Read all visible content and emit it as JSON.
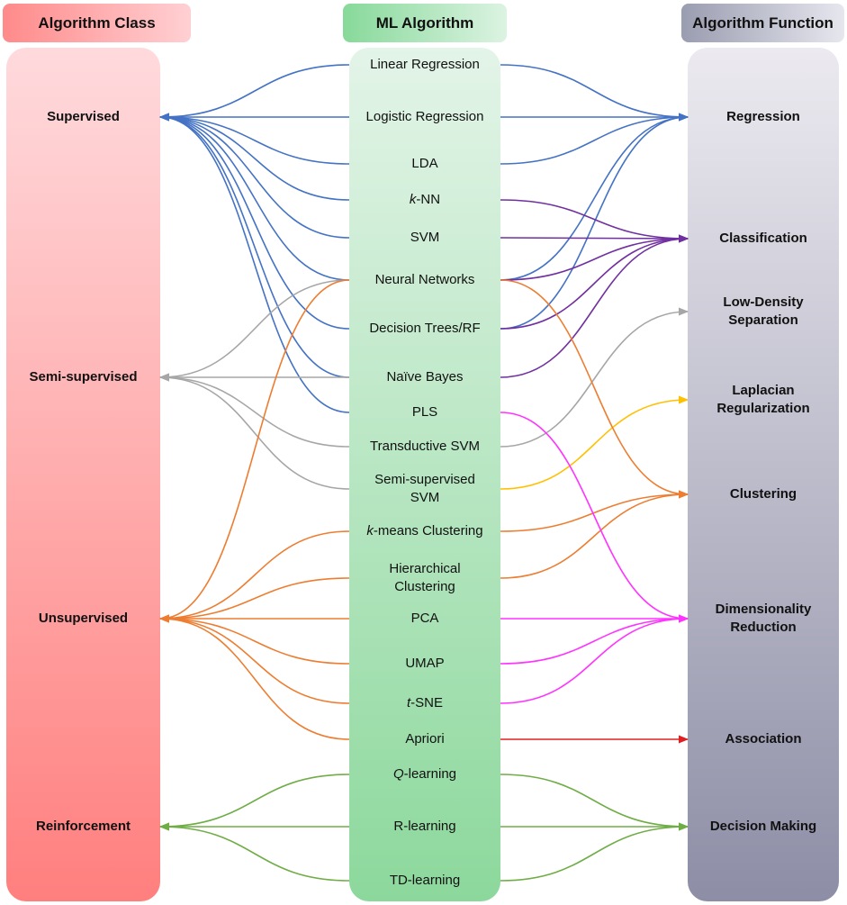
{
  "headers": {
    "algorithm_class": "Algorithm Class",
    "ml_algorithm": "ML Algorithm",
    "algorithm_function": "Algorithm Function"
  },
  "classes": {
    "supervised": "Supervised",
    "semi_supervised": "Semi-supervised",
    "unsupervised": "Unsupervised",
    "reinforcement": "Reinforcement"
  },
  "algorithms": {
    "linear_regression": "Linear Regression",
    "logistic_regression": "Logistic Regression",
    "lda": "LDA",
    "knn": {
      "prefix": "k",
      "rest": "-NN"
    },
    "svm": "SVM",
    "neural_networks": "Neural Networks",
    "decision_trees": "Decision Trees/RF",
    "naive_bayes": "Naïve Bayes",
    "pls": "PLS",
    "transductive_svm": "Transductive SVM",
    "semi_supervised_svm": [
      "Semi-supervised",
      "SVM"
    ],
    "kmeans": {
      "prefix": "k",
      "rest": "-means Clustering"
    },
    "hierarchical_clustering": [
      "Hierarchical",
      "Clustering"
    ],
    "pca": "PCA",
    "umap": "UMAP",
    "tsne": {
      "prefix": "t",
      "rest": "-SNE"
    },
    "apriori": "Apriori",
    "q_learning": {
      "prefix": "Q",
      "rest": "-learning"
    },
    "r_learning": "R-learning",
    "td_learning": "TD-learning"
  },
  "functions": {
    "regression": "Regression",
    "classification": "Classification",
    "low_density_separation": [
      "Low-Density",
      "Separation"
    ],
    "laplacian_regularization": [
      "Laplacian",
      "Regularization"
    ],
    "clustering": "Clustering",
    "dimensionality_reduction": [
      "Dimensionality",
      "Reduction"
    ],
    "association": "Association",
    "decision_making": "Decision Making"
  },
  "colors": {
    "supervised_link": "#4472c4",
    "classification_link": "#7030a0",
    "semi_supervised_link": "#a6a6a6",
    "laplacian_link": "#ffc000",
    "unsupervised_link": "#ed7d31",
    "dimensionality_link": "#ff33ff",
    "association_link": "#e02020",
    "reinforcement_link": "#70ad47"
  },
  "class_links": [
    {
      "class": "supervised",
      "color": "supervised_link",
      "algorithms": [
        "linear_regression",
        "logistic_regression",
        "lda",
        "knn",
        "svm",
        "neural_networks",
        "decision_trees",
        "naive_bayes",
        "pls"
      ]
    },
    {
      "class": "semi_supervised",
      "color": "semi_supervised_link",
      "algorithms": [
        "neural_networks",
        "naive_bayes",
        "transductive_svm",
        "semi_supervised_svm"
      ]
    },
    {
      "class": "unsupervised",
      "color": "unsupervised_link",
      "algorithms": [
        "neural_networks",
        "kmeans",
        "hierarchical_clustering",
        "pca",
        "umap",
        "tsne",
        "apriori"
      ]
    },
    {
      "class": "reinforcement",
      "color": "reinforcement_link",
      "algorithms": [
        "q_learning",
        "r_learning",
        "td_learning"
      ]
    }
  ],
  "function_links": [
    {
      "function": "regression",
      "color": "supervised_link",
      "algorithms": [
        "linear_regression",
        "logistic_regression",
        "lda",
        "decision_trees",
        "neural_networks"
      ]
    },
    {
      "function": "classification",
      "color": "classification_link",
      "algorithms": [
        "knn",
        "svm",
        "neural_networks",
        "decision_trees",
        "naive_bayes"
      ]
    },
    {
      "function": "low_density_separation",
      "color": "semi_supervised_link",
      "algorithms": [
        "transductive_svm"
      ]
    },
    {
      "function": "laplacian_regularization",
      "color": "laplacian_link",
      "algorithms": [
        "semi_supervised_svm"
      ]
    },
    {
      "function": "clustering",
      "color": "unsupervised_link",
      "algorithms": [
        "neural_networks",
        "kmeans",
        "hierarchical_clustering"
      ]
    },
    {
      "function": "dimensionality_reduction",
      "color": "dimensionality_link",
      "algorithms": [
        "pls",
        "pca",
        "umap",
        "tsne"
      ]
    },
    {
      "function": "association",
      "color": "association_link",
      "algorithms": [
        "apriori"
      ]
    },
    {
      "function": "decision_making",
      "color": "reinforcement_link",
      "algorithms": [
        "q_learning",
        "r_learning",
        "td_learning"
      ]
    }
  ]
}
